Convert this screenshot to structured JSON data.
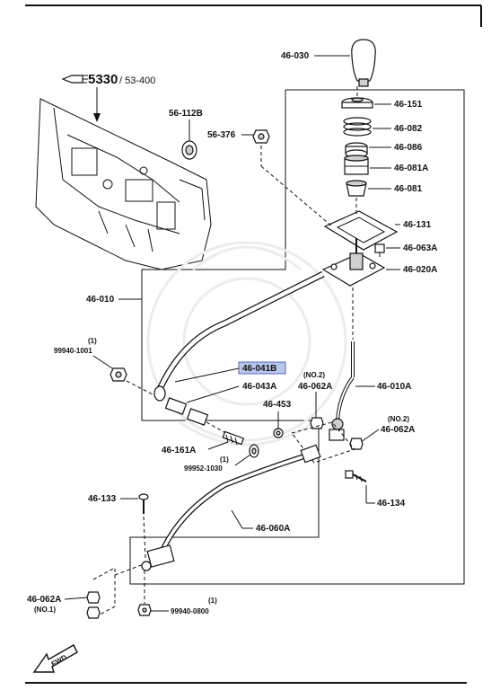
{
  "reference": {
    "page": "5330",
    "sub": "/ 53-400"
  },
  "labels": {
    "p46030": "46-030",
    "p46151": "46-151",
    "p46082": "46-082",
    "p46086": "46-086",
    "p46081A": "46-081A",
    "p46081": "46-081",
    "p46131": "46-131",
    "p46063A": "46-063A",
    "p46020A": "46-020A",
    "p56112B": "56-112B",
    "p56376": "56-376",
    "p46010": "46-010",
    "p99940_1001": "99940-1001",
    "p99940_1001_qty": "(1)",
    "p46041B": "46-041B",
    "p46043A": "46-043A",
    "p46062A_a": "46-062A",
    "p46062A_a_note": "(NO.2)",
    "p46010A": "46-010A",
    "p46453": "46-453",
    "p46062A_b": "46-062A",
    "p46062A_b_note": "(NO.2)",
    "p46161A": "46-161A",
    "p99952_1030": "99952-1030",
    "p99952_1030_qty": "(1)",
    "p46133": "46-133",
    "p46134": "46-134",
    "p46060A": "46-060A",
    "p46062A_c": "46-062A",
    "p46062A_c_note": "(NO.1)",
    "p99940_0800": "99940-0800",
    "p99940_0800_qty": "(1)"
  },
  "fwd": "FWD",
  "icons": {
    "reference": "pointing-hand-icon",
    "direction": "fwd-arrow-icon"
  },
  "colors": {
    "highlight": "#b8c6ec",
    "line": "#111111"
  }
}
